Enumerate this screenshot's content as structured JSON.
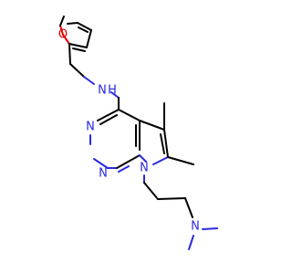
{
  "molecule": {
    "atom_labels": {
      "furan_oxygen": "O",
      "amine_nh": "N",
      "amine_h": "H",
      "pyrimidine_n3": "N",
      "pyrimidine_n1": "N",
      "pyrrole_n7": "N",
      "dimethylamine_n": "N"
    }
  },
  "colors": {
    "carbon_bond": "#000000",
    "nitrogen": "#2a2ae0",
    "oxygen": "#e00000",
    "background": "#ffffff"
  }
}
